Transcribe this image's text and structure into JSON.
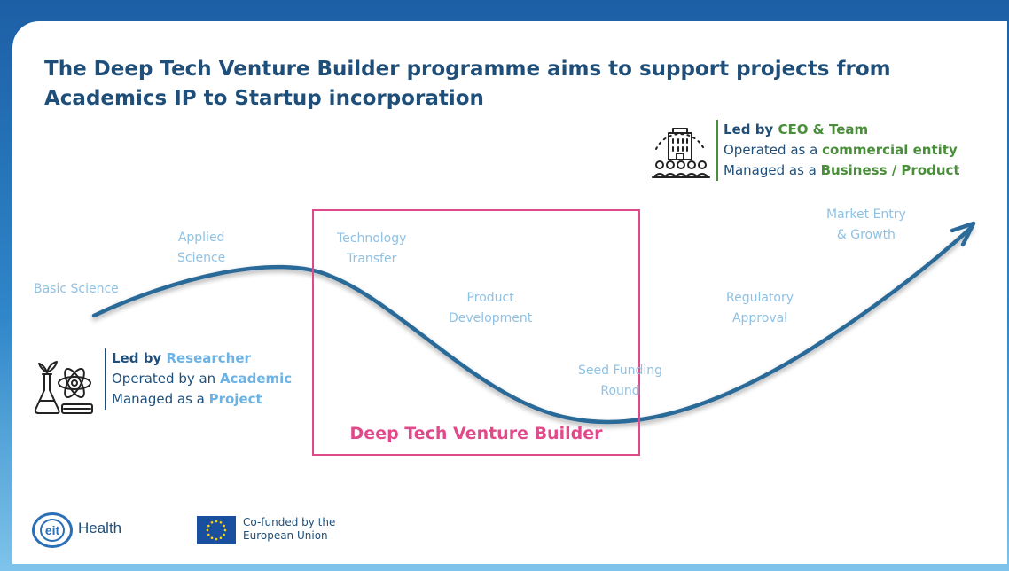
{
  "title": "The Deep Tech Venture Builder programme aims to support projects from Academics IP to Startup incorporation",
  "stages": {
    "basic_science": "Basic Science",
    "applied_science": [
      "Applied",
      "Science"
    ],
    "technology_transfer": [
      "Technology",
      "Transfer"
    ],
    "product_development": [
      "Product",
      "Development"
    ],
    "seed_funding": [
      "Seed Funding",
      "Round"
    ],
    "regulatory_approval": [
      "Regulatory",
      "Approval"
    ],
    "market_entry": [
      "Market Entry",
      "& Growth"
    ]
  },
  "dtvb_label": "Deep Tech Venture Builder",
  "researcher_box": {
    "line1_prefix": "Led by ",
    "line1_highlight": "Researcher",
    "line2_prefix": "Operated by an ",
    "line2_highlight": "Academic",
    "line3_prefix": "Managed as a ",
    "line3_highlight": "Project"
  },
  "ceo_box": {
    "line1_prefix": "Led by ",
    "line1_highlight": "CEO & Team",
    "line2_prefix": "Operated as a ",
    "line2_highlight": "commercial entity",
    "line3_prefix": "Managed as a ",
    "line3_highlight": "Business / Product"
  },
  "icons": {
    "researcher": "science-lab-icon",
    "ceo": "company-team-icon"
  },
  "colors": {
    "title": "#1f4e79",
    "curve": "#2c6a99",
    "stage_text": "#8fc1e3",
    "dtvb_box": "#e0498a",
    "highlight_blue": "#6db3e4",
    "highlight_green": "#4a8d3a"
  },
  "footer": {
    "eit_logo": "eit",
    "eit_health": "Health",
    "eu_text": [
      "Co-funded by the",
      "European Union"
    ]
  }
}
